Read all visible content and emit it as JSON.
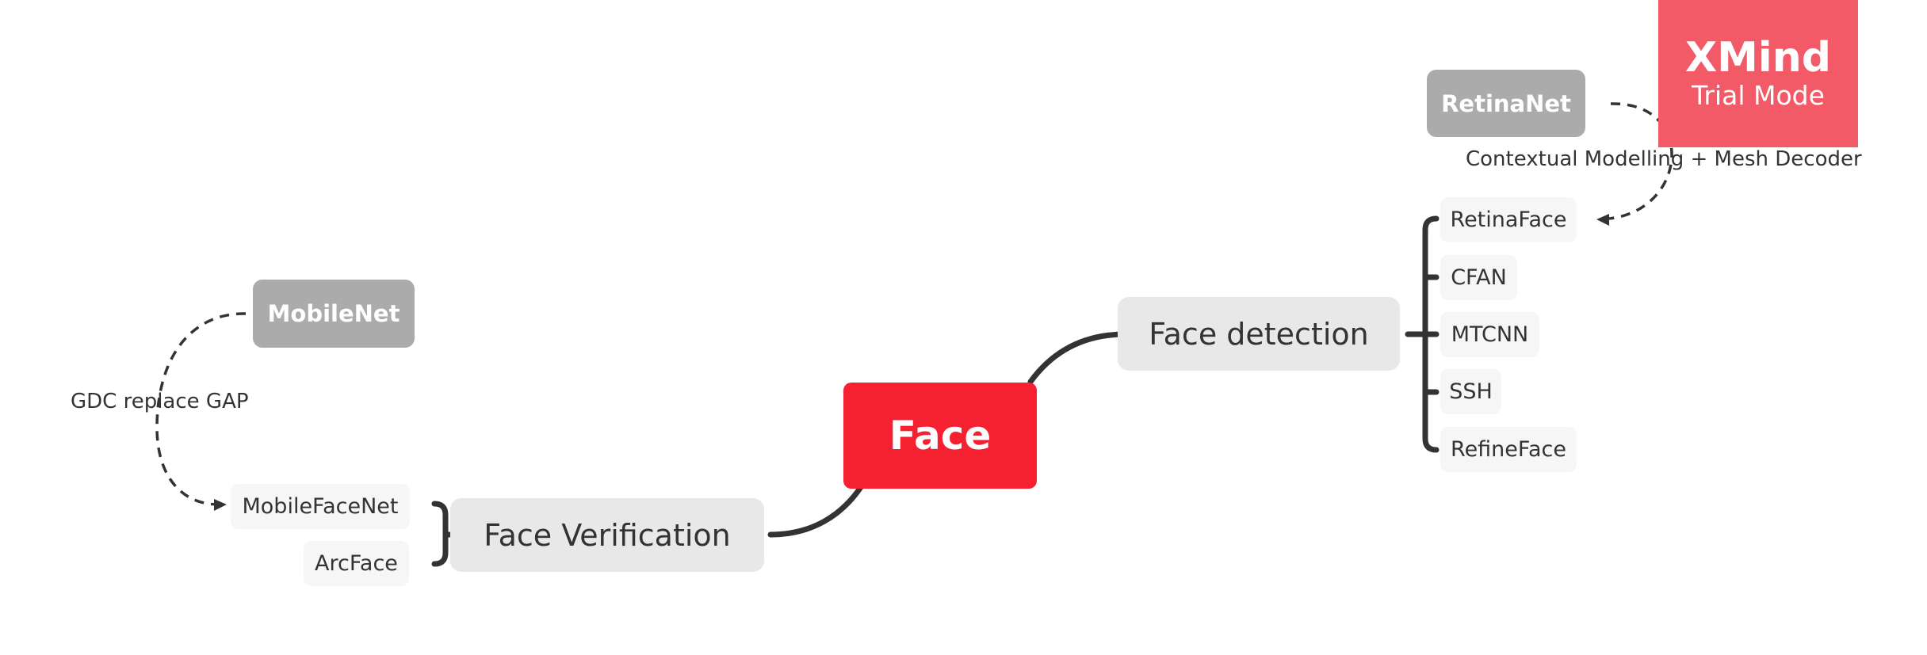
{
  "mindmap": {
    "root": {
      "label": "Face"
    },
    "face_detection": {
      "label": "Face detection",
      "children": [
        "RetinaFace",
        "CFAN",
        "MTCNN",
        "SSH",
        "RefineFace"
      ]
    },
    "face_verification": {
      "label": "Face Verification",
      "children": [
        "MobileFaceNet",
        "ArcFace"
      ]
    },
    "relations": [
      {
        "from": "RetinaNet",
        "to": "RetinaFace",
        "label": "Contextual Modelling + Mesh Decoder"
      },
      {
        "from": "MobileNet",
        "to": "MobileFaceNet",
        "label": "GDC replace GAP"
      }
    ]
  },
  "watermark": {
    "title": "XMind",
    "subtitle": "Trial Mode"
  },
  "colors": {
    "central": "#f52131",
    "main_topic": "#e8e8e8",
    "subtopic": "#f6f6f6",
    "relation_box": "#ababab",
    "connector": "#333333",
    "watermark": "#f25a67"
  }
}
